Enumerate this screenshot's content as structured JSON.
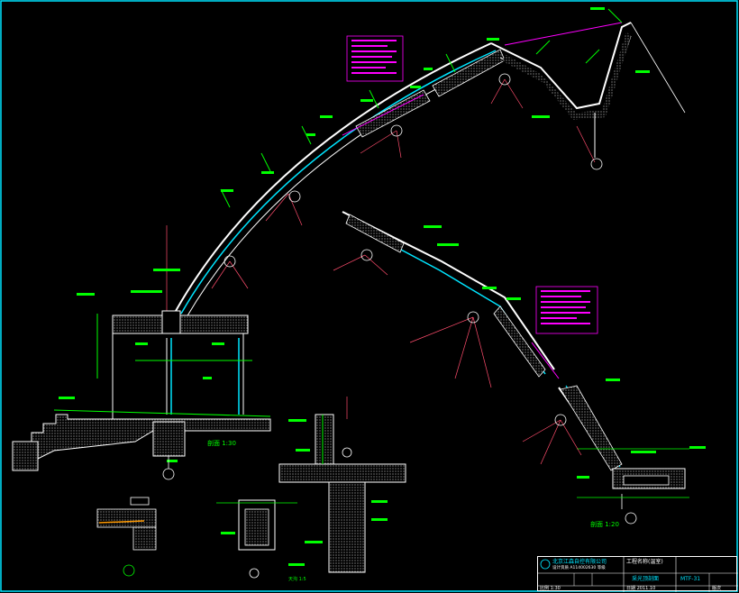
{
  "colors": {
    "background": "#000000",
    "frame": "#00e5ff",
    "structure": "#ffffff",
    "dimension": "#00ff00",
    "leader": "#ff4d6d",
    "note": "#ff00ff",
    "glass": "#00e5ff"
  },
  "drawing": {
    "scale_left": "剖面 1:30",
    "scale_right": "剖面 1:20",
    "small_label": "天沟 1:5"
  },
  "title_block": {
    "company": "北京江森自控有限公司",
    "company_sub": "设计资质 A114002630 等级",
    "project": "工程名称(温室)",
    "sheet_title": "采光顶剖面",
    "drawing_no": "MTF-31",
    "scale": "比例 1:30",
    "date": "日期 2011.10",
    "version": "版次"
  }
}
